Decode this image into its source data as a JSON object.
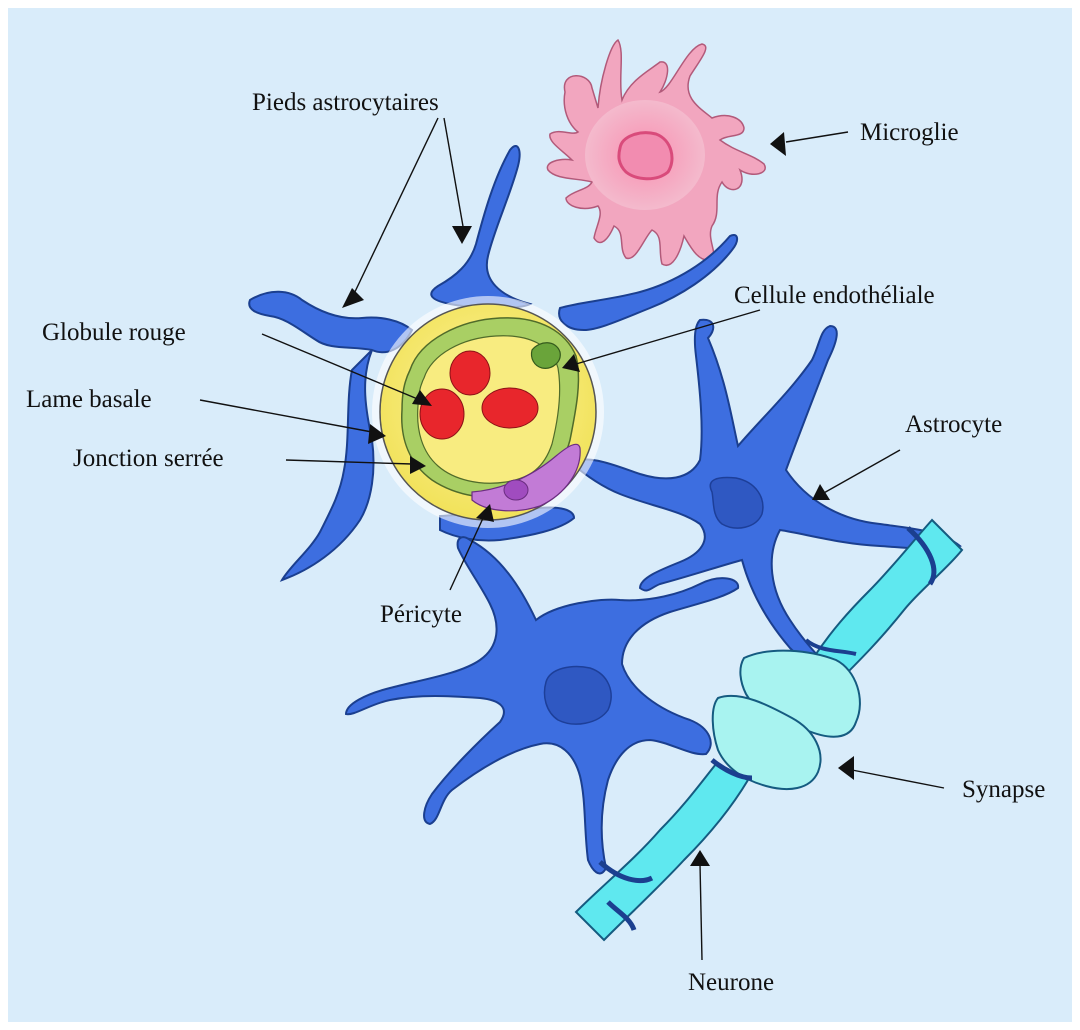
{
  "labels": {
    "pieds": "Pieds astrocytaires",
    "microglie": "Microglie",
    "cellule": "Cellule endothéliale",
    "globule": "Globule rouge",
    "lame": "Lame basale",
    "jonction": "Jonction serrée",
    "astrocyte": "Astrocyte",
    "pericyte": "Péricyte",
    "synapse": "Synapse",
    "neurone": "Neurone"
  },
  "colors": {
    "background": "#d9ecfa",
    "astrocyte": "#3d6ee0",
    "astrocyte_outline": "#1b3f8f",
    "astrocyte_nucleus": "#2f58c2",
    "microglia": "#f2a6bf",
    "microglia_nucleus": "#ef8fb0",
    "vessel": "#f7ea6e",
    "endothelium": "#a9cf64",
    "red_blood_cell": "#e8262c",
    "pericyte": "#c27bd6",
    "neuron": "#5fe8ef",
    "synapse": "#a8f3f0"
  }
}
